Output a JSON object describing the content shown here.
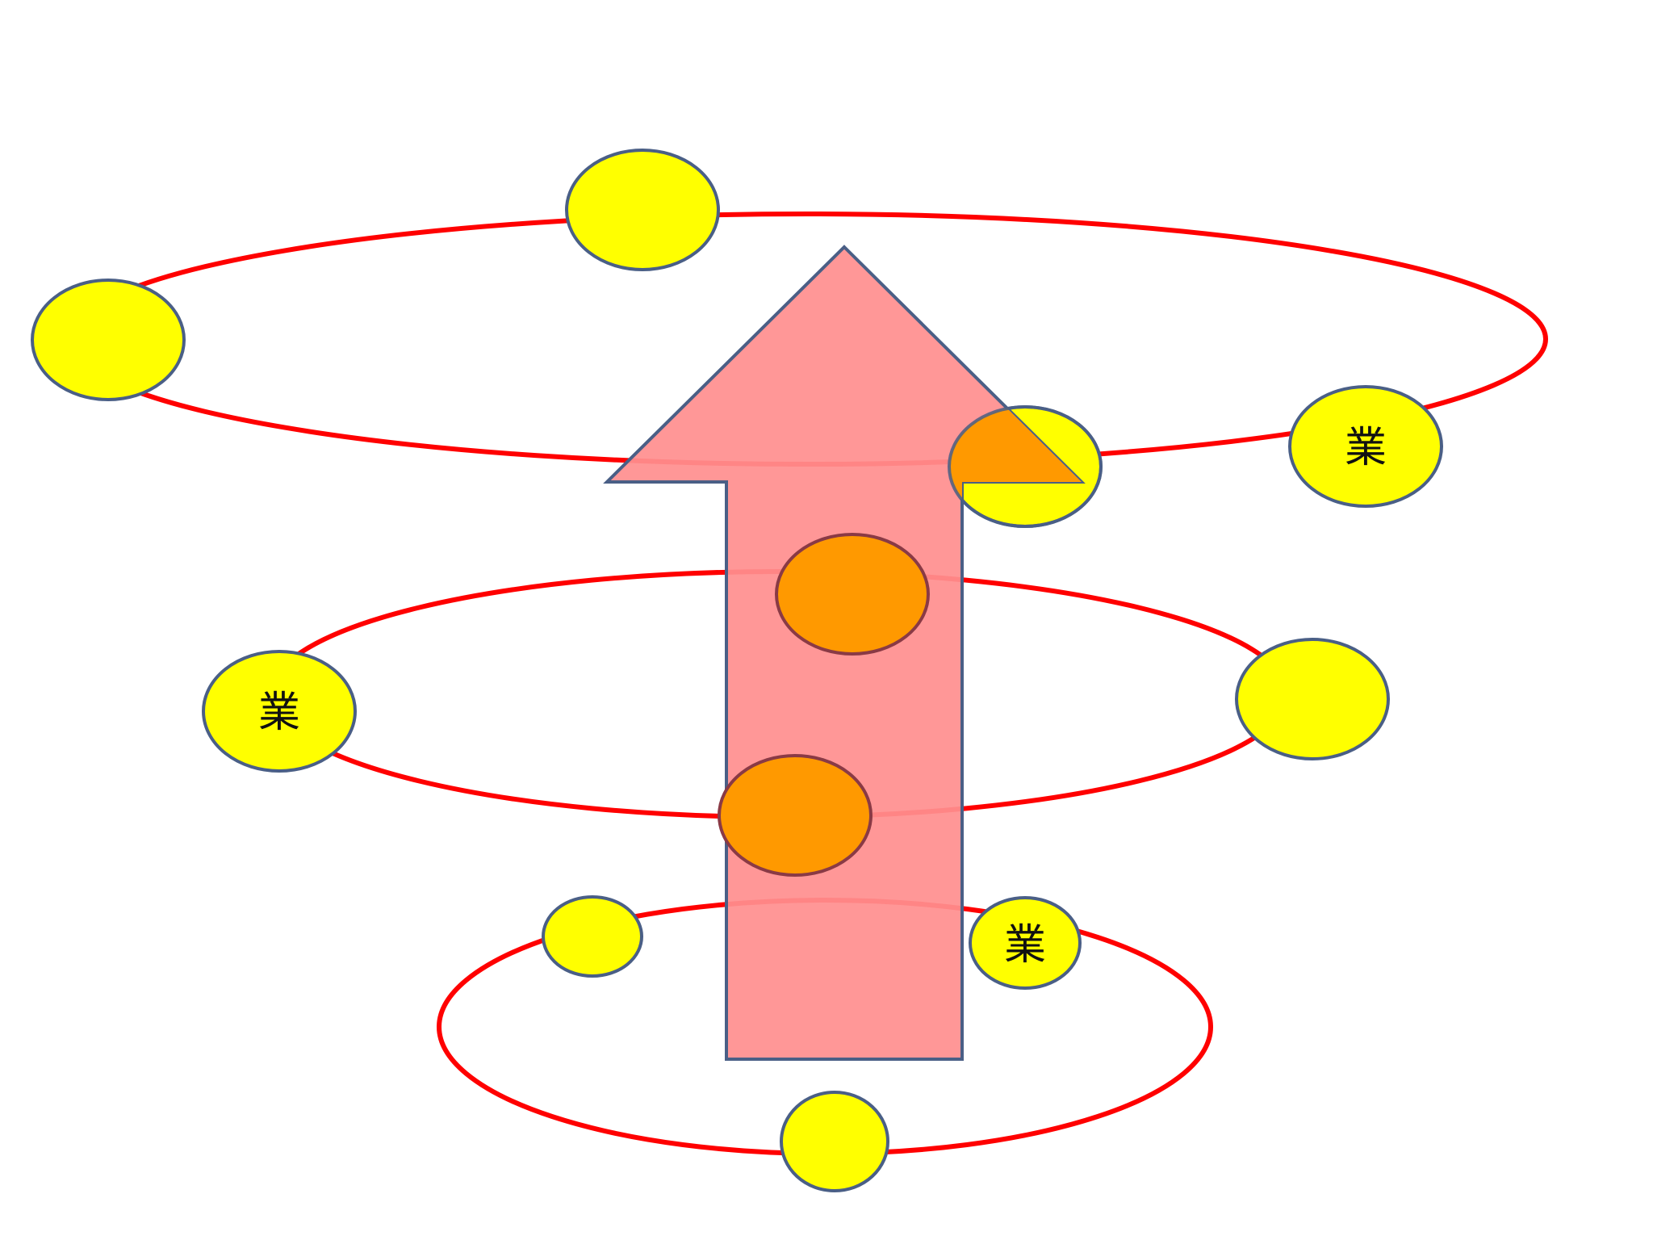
{
  "diagram": {
    "colors": {
      "background": "#ffffff",
      "ring_stroke": "#ff0000",
      "node_fill": "#ffff00",
      "node_fill_overlap": "#ff9900",
      "node_stroke": "#4a5f86",
      "node_stroke_overlap": "#8a3a45",
      "arrow_fill": "#ff9a9a",
      "arrow_stroke": "#4a5f86"
    },
    "rings": [
      {
        "id": "top-ring"
      },
      {
        "id": "middle-ring"
      },
      {
        "id": "bottom-ring"
      }
    ],
    "nodes": [
      {
        "id": "top-left",
        "label": ""
      },
      {
        "id": "top-center",
        "label": ""
      },
      {
        "id": "top-right-near-arrow",
        "label": ""
      },
      {
        "id": "top-right",
        "label": "業"
      },
      {
        "id": "middle-left",
        "label": "業"
      },
      {
        "id": "middle-top-center",
        "label": ""
      },
      {
        "id": "middle-right",
        "label": ""
      },
      {
        "id": "middle-bottom-center",
        "label": ""
      },
      {
        "id": "bottom-left",
        "label": ""
      },
      {
        "id": "bottom-right",
        "label": "業"
      },
      {
        "id": "bottom-center",
        "label": ""
      }
    ]
  }
}
